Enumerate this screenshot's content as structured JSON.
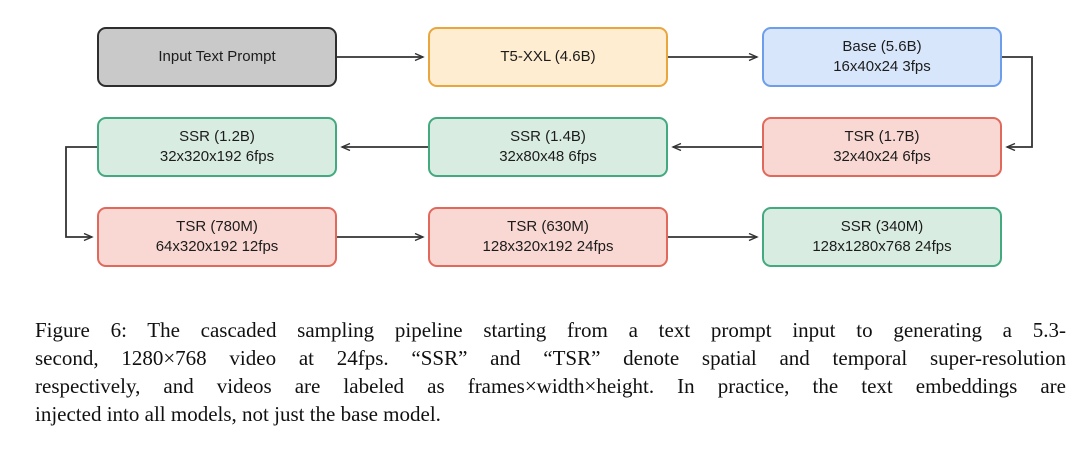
{
  "figure": {
    "caption_lines": [
      "Figure 6: The cascaded sampling pipeline starting from a text prompt input to generating a 5.3-",
      "second, 1280×768 video at 24fps. “SSR” and “TSR” denote spatial and temporal super-resolution",
      "respectively, and videos are labeled as frames×width×height. In practice, the text embeddings are",
      "injected into all models, not just the base model."
    ]
  },
  "diagram": {
    "nodes": [
      {
        "id": "input",
        "line1": "Input Text Prompt",
        "line2": "",
        "color": "gray"
      },
      {
        "id": "t5",
        "line1": "T5-XXL (4.6B)",
        "line2": "",
        "color": "yellow"
      },
      {
        "id": "base",
        "line1": "Base (5.6B)",
        "line2": "16x40x24 3fps",
        "color": "blue"
      },
      {
        "id": "ssr12",
        "line1": "SSR (1.2B)",
        "line2": "32x320x192 6fps",
        "color": "green"
      },
      {
        "id": "ssr14",
        "line1": "SSR (1.4B)",
        "line2": "32x80x48 6fps",
        "color": "green"
      },
      {
        "id": "tsr17",
        "line1": "TSR (1.7B)",
        "line2": "32x40x24 6fps",
        "color": "red"
      },
      {
        "id": "tsr780",
        "line1": "TSR (780M)",
        "line2": "64x320x192 12fps",
        "color": "red"
      },
      {
        "id": "tsr630",
        "line1": "TSR (630M)",
        "line2": "128x320x192 24fps",
        "color": "red"
      },
      {
        "id": "ssr340",
        "line1": "SSR (340M)",
        "line2": "128x1280x768 24fps",
        "color": "green"
      }
    ],
    "edges": [
      {
        "from": "input",
        "to": "t5"
      },
      {
        "from": "t5",
        "to": "base"
      },
      {
        "from": "base",
        "to": "tsr17"
      },
      {
        "from": "tsr17",
        "to": "ssr14"
      },
      {
        "from": "ssr14",
        "to": "ssr12"
      },
      {
        "from": "ssr12",
        "to": "tsr780"
      },
      {
        "from": "tsr780",
        "to": "tsr630"
      },
      {
        "from": "tsr630",
        "to": "ssr340"
      }
    ]
  },
  "palette": {
    "node_colors": {
      "gray": {
        "fill": "#c9c9c9",
        "border": "#2e2e2e"
      },
      "yellow": {
        "fill": "#ffedd1",
        "border": "#e9a63d"
      },
      "blue": {
        "fill": "#d8e6fb",
        "border": "#6d9eeb"
      },
      "green": {
        "fill": "#d9ece2",
        "border": "#43a97f"
      },
      "red": {
        "fill": "#f9d8d3",
        "border": "#e0695c"
      }
    },
    "arrow": "#333333",
    "text": "#1c1c1c"
  }
}
